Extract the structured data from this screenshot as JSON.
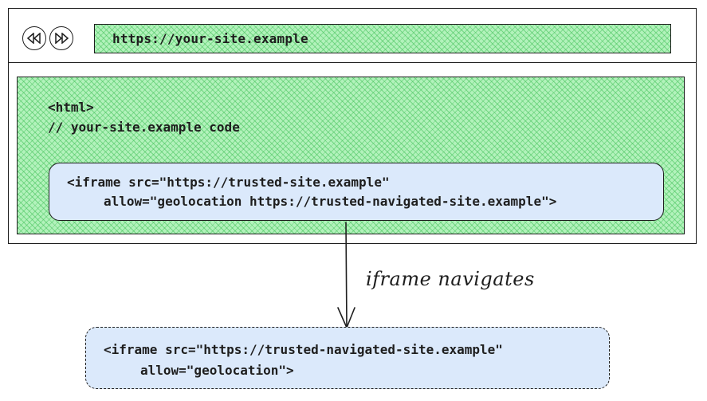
{
  "browser": {
    "back_button": "back-icon",
    "forward_button": "forward-icon",
    "url": "https://your-site.example"
  },
  "page": {
    "code_line_1": "<html>",
    "code_line_2": "// your-site.example code"
  },
  "embedded_iframe": {
    "line_1": "<iframe src=\"https://trusted-site.example\"",
    "line_2": "allow=\"geolocation https://trusted-navigated-site.example\">"
  },
  "arrow": {
    "label": "iframe navigates"
  },
  "navigated_iframe": {
    "line_1": "<iframe src=\"https://trusted-navigated-site.example\"",
    "line_2": "allow=\"geolocation\">"
  },
  "colors": {
    "hatch_fill": "#b2f2bb",
    "hatch_lines": "#40c057",
    "iframe_fill": "#dbe9fb",
    "stroke": "#1e1e1e"
  }
}
